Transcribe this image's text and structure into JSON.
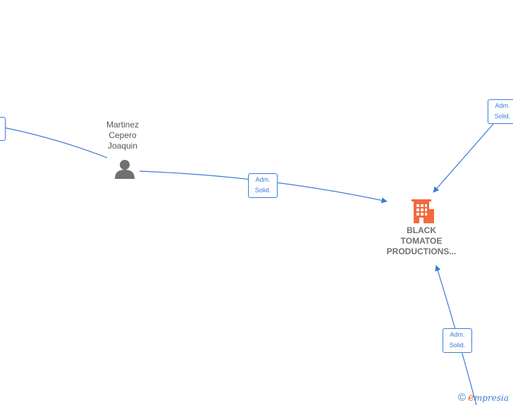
{
  "person": {
    "name_lines": [
      "Martinez",
      "Cepero",
      "Joaquin"
    ]
  },
  "company": {
    "name_lines": [
      "BLACK",
      "TOMATOE",
      "PRODUCTIONS..."
    ]
  },
  "edges": [
    {
      "label_lines": [
        "Adm.",
        "Solid."
      ]
    },
    {
      "label_lines": [
        "Adm.",
        "Solid."
      ]
    },
    {
      "label_lines": [
        "Adm.",
        "Solid."
      ]
    }
  ],
  "footer": {
    "copyright_symbol": "©",
    "brand_first_letter": "e",
    "brand_rest": "mpresia"
  },
  "colors": {
    "edge": "#3a7bd5",
    "company_icon": "#f26a3d",
    "person_icon": "#707070"
  }
}
